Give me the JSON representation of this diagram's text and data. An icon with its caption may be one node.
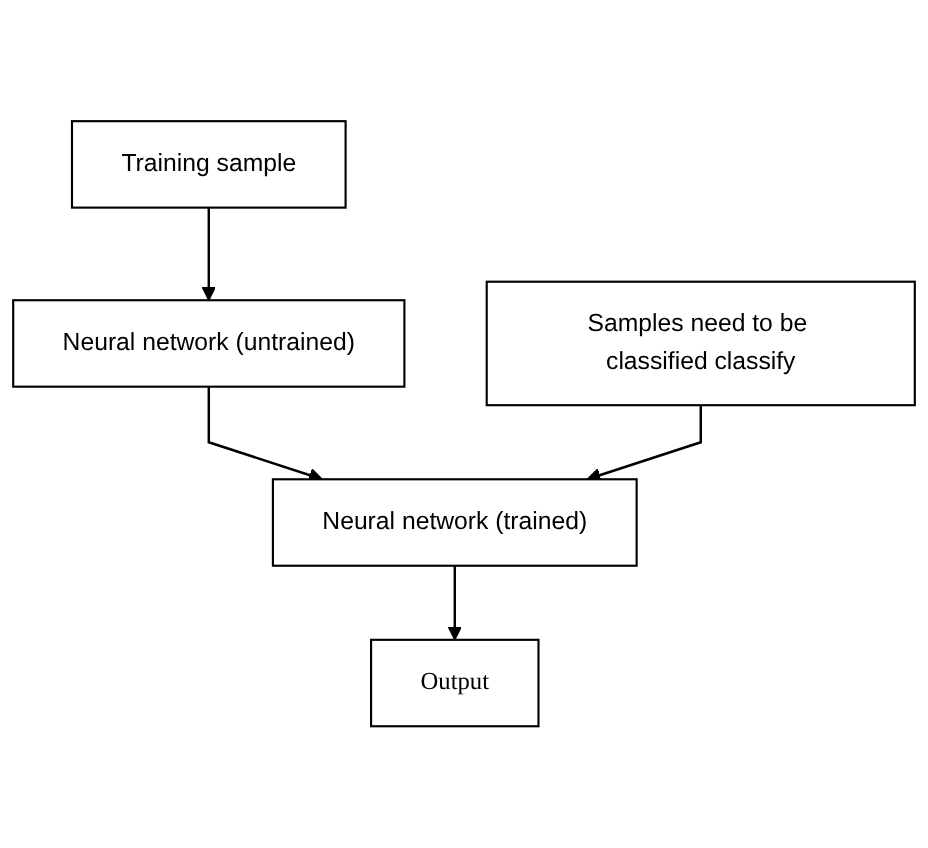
{
  "diagram": {
    "nodes": [
      {
        "text": [
          "Training sample"
        ]
      },
      {
        "text": [
          "Neural network (untrained)"
        ]
      },
      {
        "text": [
          "Samples need to be classified classify"
        ]
      },
      {
        "text": [
          "Neural network (trained)"
        ]
      },
      {
        "text": [
          "Output"
        ]
      }
    ],
    "edges": [
      {
        "from": 0,
        "to": 1,
        "arrow": "to"
      },
      {
        "from": 1,
        "to": 3,
        "arrow": "to"
      },
      {
        "from": 2,
        "to": 3,
        "arrow": "to"
      },
      {
        "from": 3,
        "to": 4,
        "arrow": "to"
      }
    ]
  }
}
